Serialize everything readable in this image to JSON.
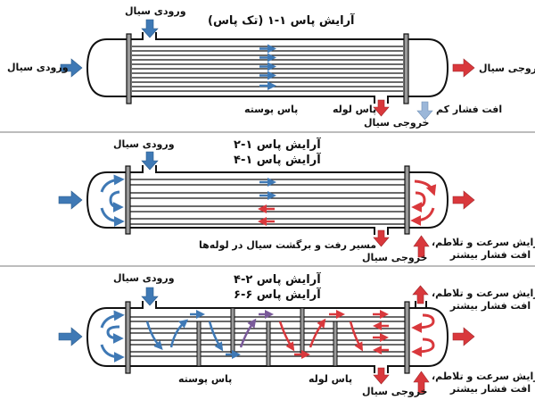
{
  "colors": {
    "blue": "#3f79b5",
    "red": "#d9383c",
    "purple": "#7a5a9a",
    "light_blue": "#9bb7d9",
    "outline": "#111111",
    "baffle": "#9a9a9a",
    "separator": "#bdbdbd"
  },
  "panel1": {
    "title": "آرایش پاس ۱-۱ (تک پاس)",
    "shell_inlet": "ورودی سیال",
    "tube_inlet": "ورودی سیال",
    "tube_outlet": "خروجی سیال",
    "shell_outlet": "خروجی سیال",
    "shell_pass": "پاس پوسته",
    "tube_pass": "پاس لوله",
    "pressure_drop": "افت فشار کم"
  },
  "panel2": {
    "title_line1": "آرایش پاس ۱-۲",
    "title_line2": "آرایش پاس ۱-۴",
    "shell_inlet": "ورودی سیال",
    "shell_outlet": "خروجی سیال",
    "tube_path_note": "مسیر رفت و برگشت سیال در لوله‌ها",
    "effect_line1": "افزایش سرعت و تلاطم،",
    "effect_line2": "افت فشار بیشتر"
  },
  "panel3": {
    "title_line1": "آرایش پاس ۲-۴",
    "title_line2": "آرایش پاس ۶-۶",
    "shell_inlet": "ورودی سیال",
    "shell_outlet": "خروجی سیال",
    "shell_pass": "پاس پوسته",
    "tube_pass": "پاس لوله",
    "effect_top_line1": "افزایش سرعت و تلاطم،",
    "effect_top_line2": "افت فشار بیشتر",
    "effect_bottom_line1": "افزایش سرعت و تلاطم،",
    "effect_bottom_line2": "افت فشار بیشتر"
  }
}
